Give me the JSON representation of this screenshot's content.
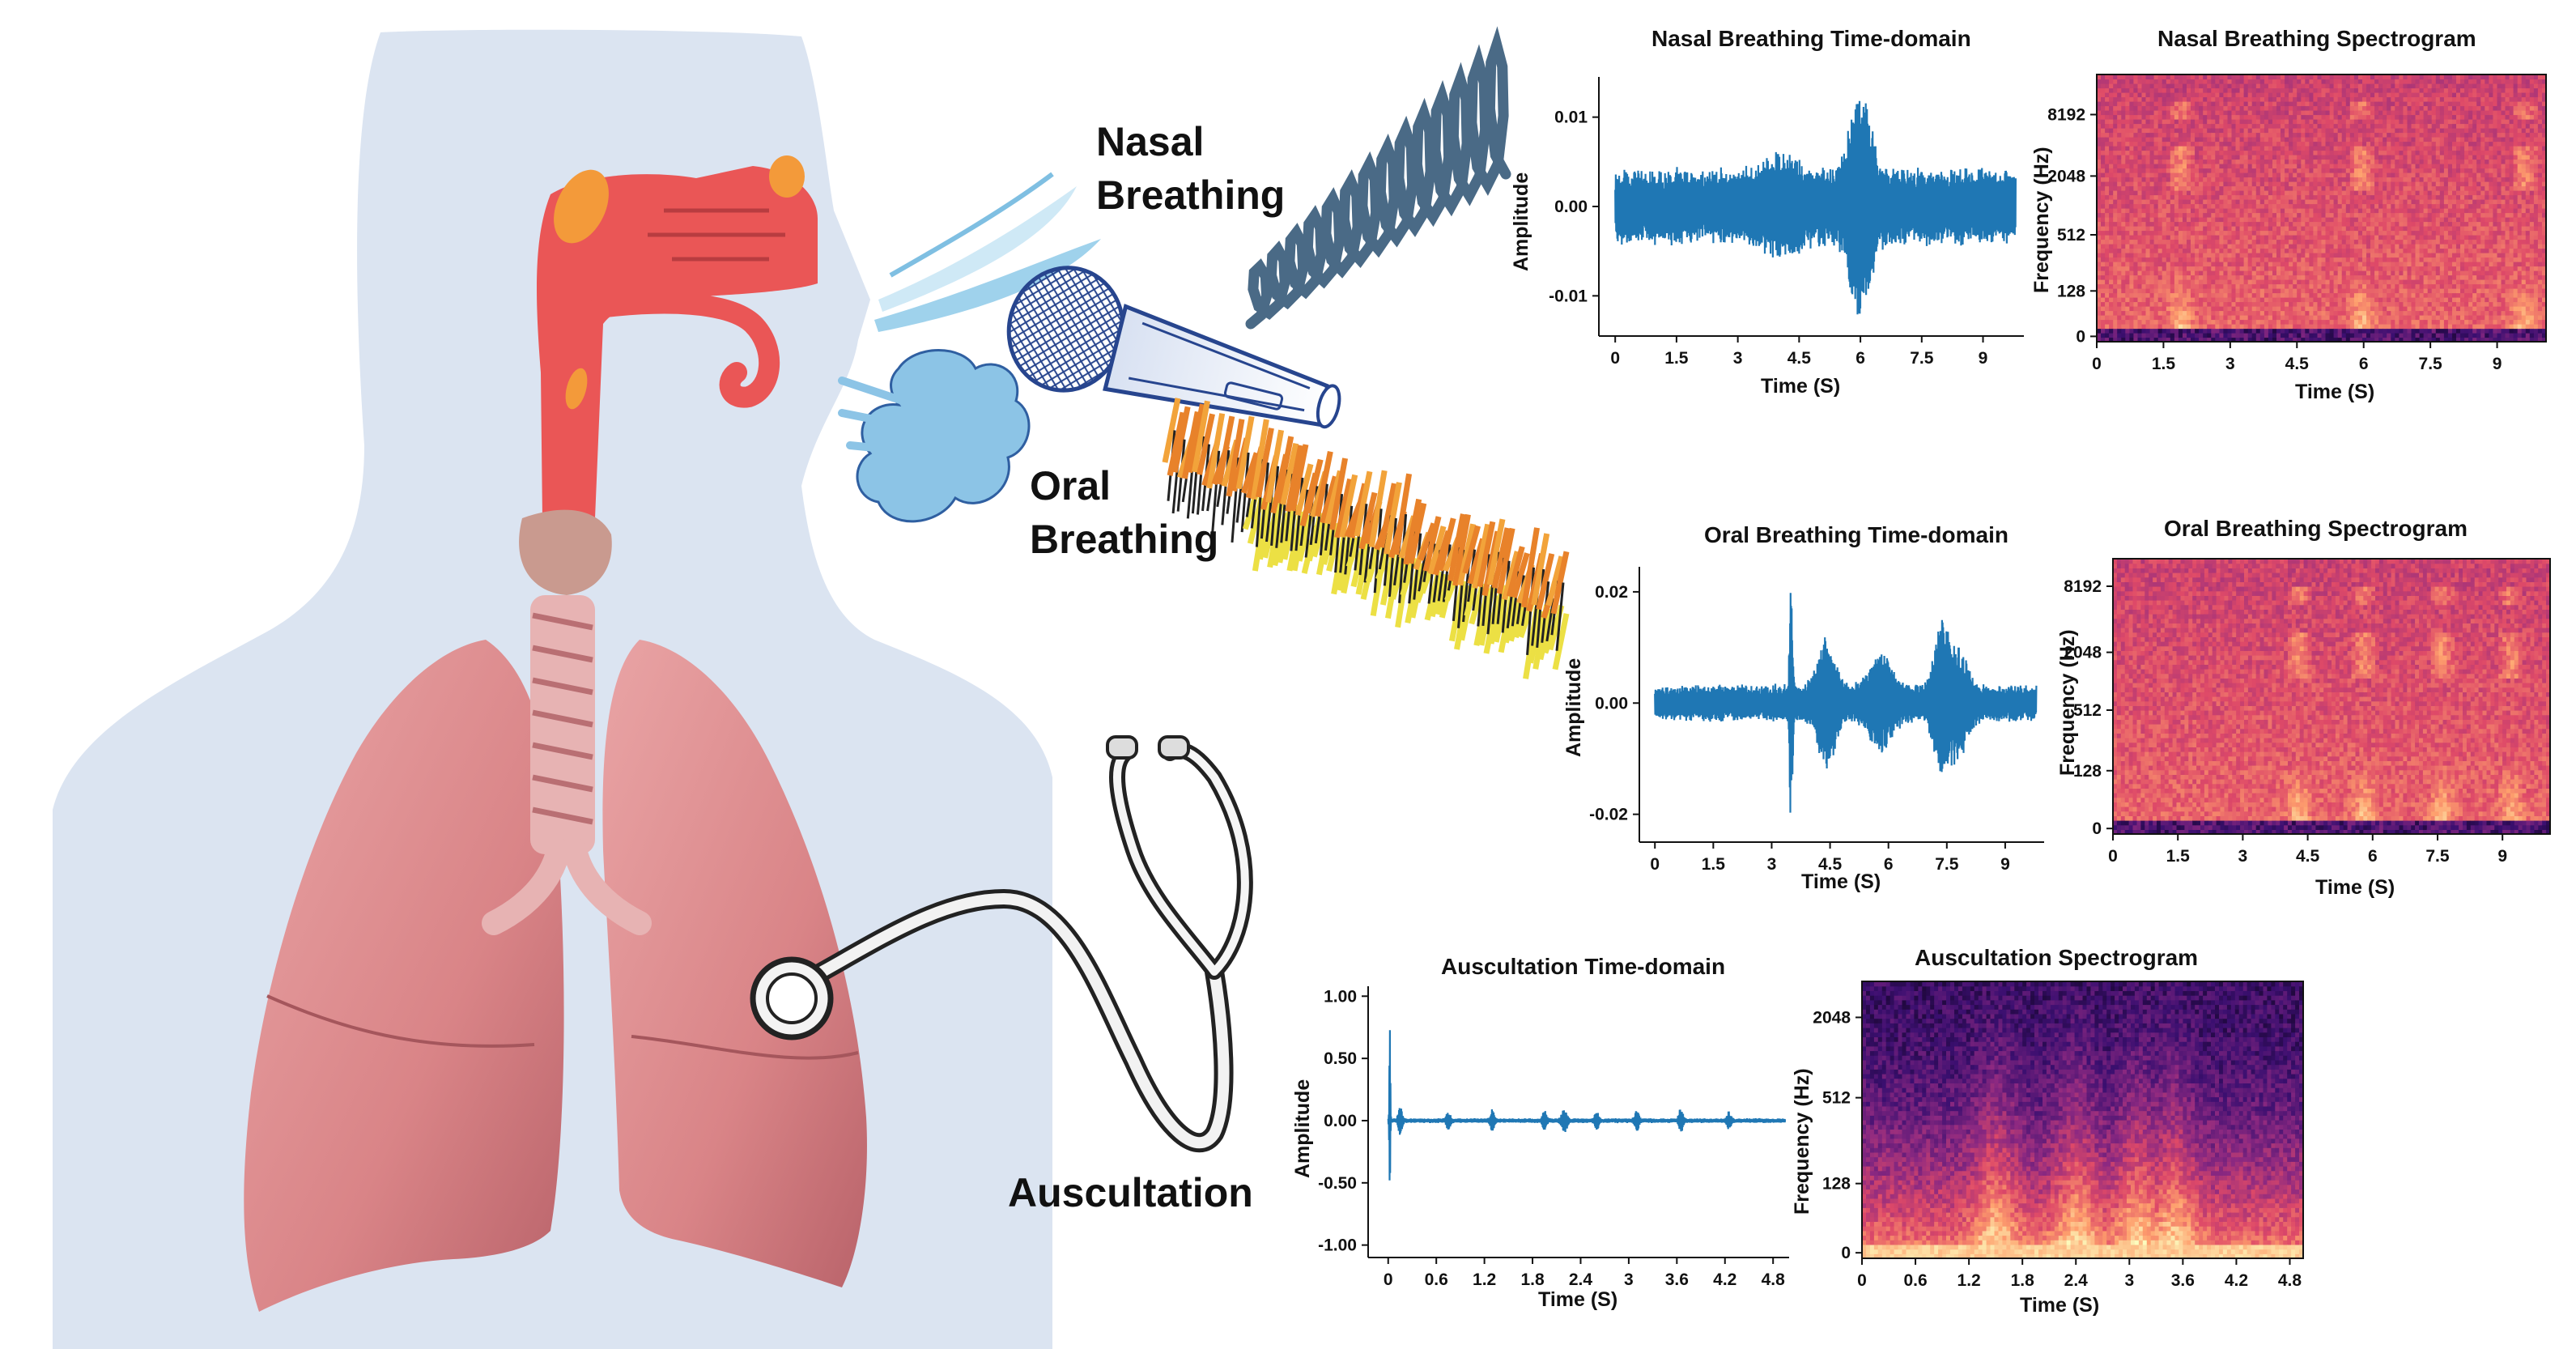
{
  "labels": {
    "nasal": [
      "Nasal",
      "Breathing"
    ],
    "oral": [
      "Oral",
      "Breathing"
    ],
    "auscultation": "Auscultation"
  },
  "colors": {
    "body_silhouette": "#dbe4f1",
    "airway": "#ea5656",
    "turbinate": "#f39a3a",
    "larynx": "#c99a8f",
    "lung": "#dc8c91",
    "waveform": "#1f77b4",
    "nasal_airflow": "#9fd2ec",
    "oral_airflow": "#8cc4e6",
    "nasal_wave": "#4a6a86",
    "oral_wave_orange": "#e8822a",
    "oral_wave_yellow": "#ece044",
    "microphone": "#27458e"
  },
  "icons": [
    "microphone-icon",
    "stethoscope-icon",
    "airflow-icon"
  ],
  "panels": [
    {
      "id": "nasal-time",
      "type": "waveform",
      "title": "Nasal Breathing Time-domain",
      "xlabel": "Time (S)",
      "ylabel": "Amplitude",
      "xticks": [
        "0",
        "1.5",
        "3",
        "4.5",
        "6",
        "7.5",
        "9"
      ],
      "xtick_values": [
        0,
        1.5,
        3,
        4.5,
        6,
        7.5,
        9
      ],
      "xlim": [
        -0.4,
        10.0
      ],
      "yticks": [
        "0.01",
        "0.00",
        "-0.01"
      ],
      "ytick_values": [
        0.01,
        0.0,
        -0.01
      ],
      "ylim": [
        -0.0145,
        0.0145
      ],
      "xrange": [
        0,
        9.8
      ],
      "baseline_amp": 0.0045,
      "bursts": [
        [
          6.0,
          0.009,
          0.35
        ],
        [
          4.1,
          0.002,
          0.6
        ]
      ]
    },
    {
      "id": "nasal-spec",
      "type": "spectrogram",
      "title": "Nasal Breathing Spectrogram",
      "xlabel": "Time (S)",
      "ylabel": "Frequency (Hz)",
      "xticks": [
        "0",
        "1.5",
        "3",
        "4.5",
        "6",
        "7.5",
        "9"
      ],
      "xtick_values": [
        0,
        1.5,
        3,
        4.5,
        6,
        7.5,
        9
      ],
      "xlim": [
        0,
        10.1
      ],
      "yticks": [
        "8192",
        "2048",
        "512",
        "128",
        "0"
      ],
      "ytick_fracs": [
        0.85,
        0.62,
        0.4,
        0.19,
        0.02
      ],
      "events": [
        1.9,
        5.95,
        9.6
      ],
      "palette": "magma"
    },
    {
      "id": "oral-time",
      "type": "waveform",
      "title": "Oral Breathing Time-domain",
      "xlabel": "Time (S)",
      "ylabel": "Amplitude",
      "xticks": [
        "0",
        "1.5",
        "3",
        "4.5",
        "6",
        "7.5",
        "9"
      ],
      "xtick_values": [
        0,
        1.5,
        3,
        4.5,
        6,
        7.5,
        9
      ],
      "xlim": [
        -0.4,
        10.0
      ],
      "yticks": [
        "0.02",
        "0.00",
        "-0.02"
      ],
      "ytick_values": [
        0.02,
        0.0,
        -0.02
      ],
      "ylim": [
        -0.025,
        0.0245
      ],
      "xrange": [
        0,
        9.8
      ],
      "baseline_amp": 0.0035,
      "bursts": [
        [
          3.5,
          0.021,
          0.05
        ],
        [
          4.4,
          0.009,
          0.3
        ],
        [
          5.8,
          0.006,
          0.4
        ],
        [
          7.35,
          0.011,
          0.25
        ],
        [
          7.8,
          0.007,
          0.3
        ]
      ]
    },
    {
      "id": "oral-spec",
      "type": "spectrogram",
      "title": "Oral Breathing Spectrogram",
      "xlabel": "Time (S)",
      "ylabel": "Frequency (Hz)",
      "xticks": [
        "0",
        "1.5",
        "3",
        "4.5",
        "6",
        "7.5",
        "9"
      ],
      "xtick_values": [
        0,
        1.5,
        3,
        4.5,
        6,
        7.5,
        9
      ],
      "xlim": [
        0,
        10.1
      ],
      "yticks": [
        "8192",
        "2048",
        "512",
        "128",
        "0"
      ],
      "ytick_fracs": [
        0.9,
        0.66,
        0.45,
        0.23,
        0.02
      ],
      "events": [
        4.3,
        5.8,
        7.6,
        9.2
      ],
      "palette": "magma"
    },
    {
      "id": "ausc-time",
      "type": "waveform",
      "title": "Auscultation Time-domain",
      "xlabel": "Time (S)",
      "ylabel": "Amplitude",
      "xticks": [
        "0",
        "0.6",
        "1.2",
        "1.8",
        "2.4",
        "3",
        "3.6",
        "4.2",
        "4.8"
      ],
      "xtick_values": [
        0,
        0.6,
        1.2,
        1.8,
        2.4,
        3,
        3.6,
        4.2,
        4.8
      ],
      "xlim": [
        -0.25,
        5.0
      ],
      "yticks": [
        "1.00",
        "0.50",
        "0.00",
        "-0.50",
        "-1.00"
      ],
      "ytick_values": [
        1.0,
        0.5,
        0.0,
        -0.5,
        -1.0
      ],
      "ylim": [
        -1.1,
        1.08
      ],
      "xrange": [
        0,
        4.95
      ],
      "baseline_amp": 0.02,
      "bursts": [
        [
          0.02,
          1.0,
          0.008
        ],
        [
          0.15,
          0.1,
          0.03
        ],
        [
          0.75,
          0.07,
          0.03
        ],
        [
          1.3,
          0.08,
          0.03
        ],
        [
          1.95,
          0.07,
          0.03
        ],
        [
          2.2,
          0.09,
          0.04
        ],
        [
          2.6,
          0.07,
          0.03
        ],
        [
          3.1,
          0.08,
          0.03
        ],
        [
          3.65,
          0.09,
          0.03
        ],
        [
          4.25,
          0.06,
          0.03
        ]
      ]
    },
    {
      "id": "ausc-spec",
      "type": "spectrogram",
      "title": "Auscultation Spectrogram",
      "xlabel": "Time (S)",
      "ylabel": "Frequency (Hz)",
      "xticks": [
        "0",
        "0.6",
        "1.2",
        "1.8",
        "2.4",
        "3",
        "3.6",
        "4.2",
        "4.8"
      ],
      "xtick_values": [
        0,
        0.6,
        1.2,
        1.8,
        2.4,
        3,
        3.6,
        4.2,
        4.8
      ],
      "xlim": [
        0,
        4.95
      ],
      "yticks": [
        "2048",
        "512",
        "128",
        "0"
      ],
      "ytick_fracs": [
        0.87,
        0.58,
        0.27,
        0.02
      ],
      "events": [
        1.5,
        2.4,
        3.1,
        3.5
      ],
      "palette": "ausc"
    }
  ]
}
